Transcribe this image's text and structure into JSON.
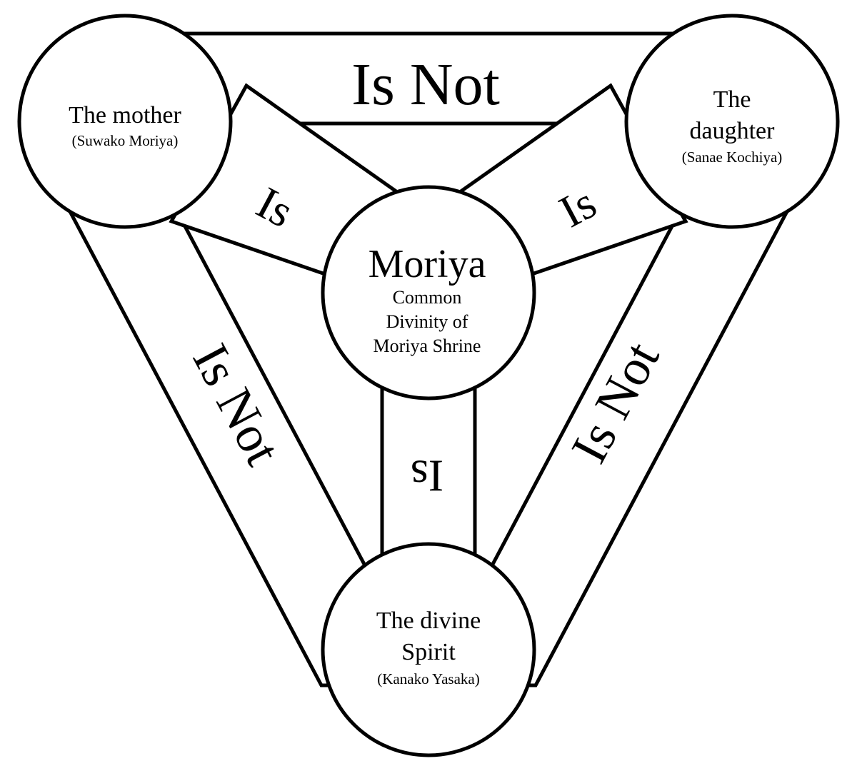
{
  "relations": {
    "mother_daughter": "Is Not",
    "mother_spirit": "Is Not",
    "daughter_spirit": "Is Not",
    "mother_center": "Is",
    "daughter_center": "Is",
    "spirit_center": "Is"
  },
  "nodes": {
    "mother": {
      "name": "The mother",
      "sub": "(Suwako Moriya)"
    },
    "daughter": {
      "name_line1": "The",
      "name_line2": "daughter",
      "sub": "(Sanae Kochiya)"
    },
    "spirit": {
      "name_line1": "The divine",
      "name_line2": "Spirit",
      "sub": "(Kanako Yasaka)"
    },
    "center": {
      "title": "Moriya",
      "sub_line1": "Common",
      "sub_line2": "Divinity of",
      "sub_line3": "Moriya Shrine"
    }
  }
}
